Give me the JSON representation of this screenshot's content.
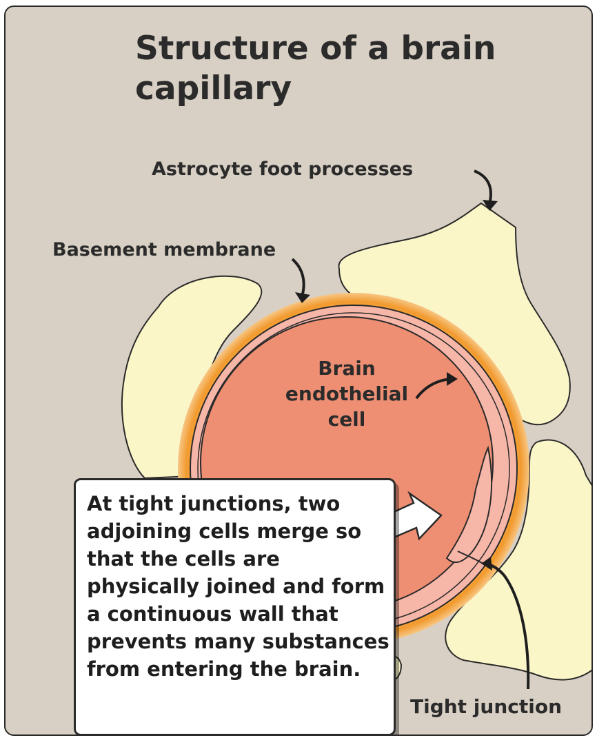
{
  "title": "Structure of a brain capillary",
  "labels": {
    "astrocyte": "Astrocyte foot processes",
    "basement": "Basement membrane",
    "endothelial": "Brain endothelial cell",
    "tight_junction": "Tight junction"
  },
  "callout": {
    "text": "At tight junctions, two adjoining cells merge so that the cells are physically joined and form a continuous wall that prevents many substances from entering the brain."
  },
  "colors": {
    "background": "#d8d0c4",
    "astrocyte_fill": "#fbf6c8",
    "basement_membrane": "#f29a2e",
    "endothelial_outer": "#f6b6a8",
    "endothelial_inner": "#ee8f74",
    "outline": "#2a2a2a"
  }
}
